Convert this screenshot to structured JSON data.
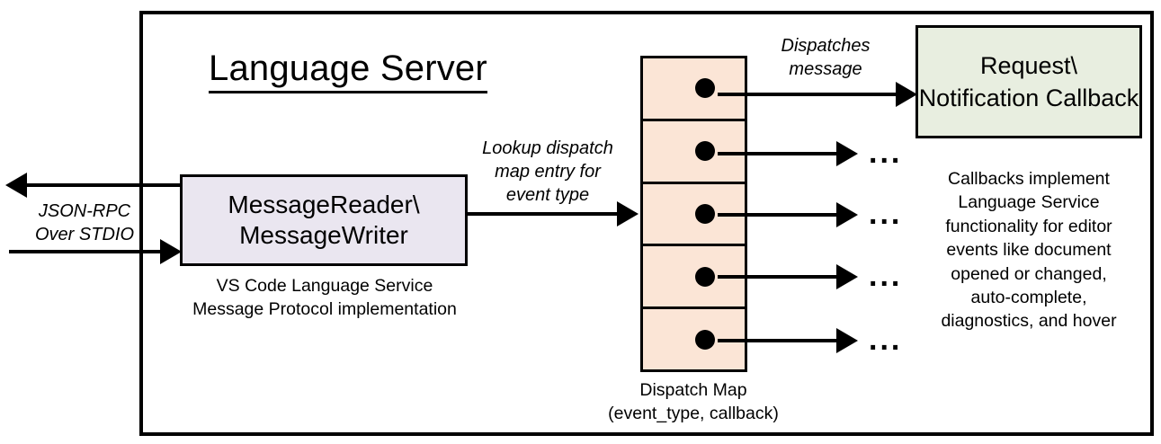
{
  "diagram": {
    "title": "Language Server",
    "frame_label": "language-server-boundary"
  },
  "external_io": {
    "label": "JSON-RPC\nOver STDIO"
  },
  "message_node": {
    "title": "MessageReader\\\nMessageWriter",
    "caption": "VS Code Language Service\nMessage Protocol implementation"
  },
  "lookup_edge": {
    "label": "Lookup dispatch\nmap entry for\nevent type"
  },
  "dispatch_map": {
    "caption": "Dispatch Map\n(event_type, callback)",
    "rows": [
      {
        "id": "row-1",
        "trailing": ""
      },
      {
        "id": "row-2",
        "trailing": "..."
      },
      {
        "id": "row-3",
        "trailing": "..."
      },
      {
        "id": "row-4",
        "trailing": "..."
      },
      {
        "id": "row-5",
        "trailing": "..."
      }
    ]
  },
  "dispatch_edge": {
    "label": "Dispatches\nmessage"
  },
  "callback_node": {
    "title": "Request\\\nNotification\nCallback",
    "description": "Callbacks implement\nLanguage Service\nfunctionality for editor\nevents like document\nopened or changed,\nauto-complete,\ndiagnostics, and hover"
  },
  "colors": {
    "stroke": "#000000",
    "background": "#ffffff",
    "message_box_fill": "#eae6f0",
    "dispatch_map_fill": "#fbe5d6",
    "callback_box_fill": "#e8eee0"
  }
}
